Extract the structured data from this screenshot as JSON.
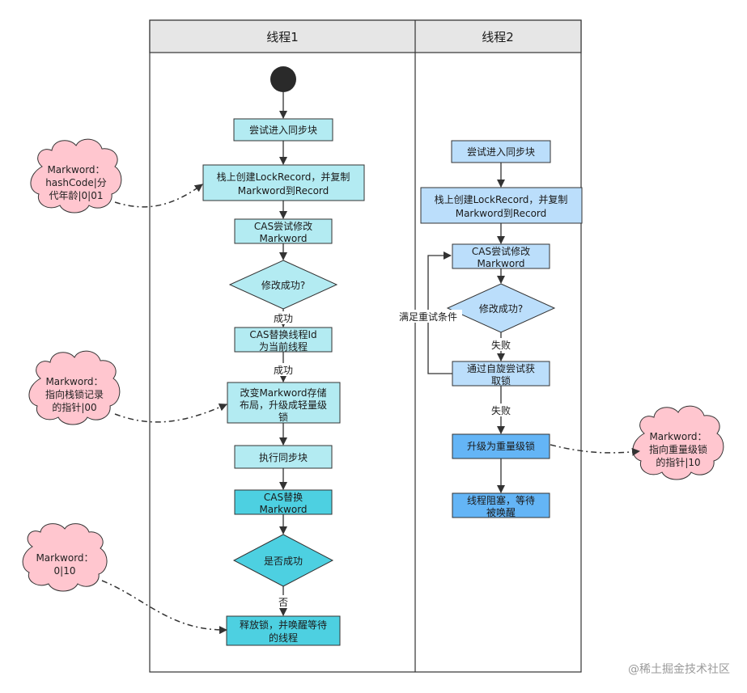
{
  "lanes": [
    {
      "id": "thread1",
      "title": "线程1"
    },
    {
      "id": "thread2",
      "title": "线程2"
    }
  ],
  "thread1": {
    "try_enter": "尝试进入同步块",
    "create_lock_record": [
      "栈上创建LockRecord，并复制",
      "Markword到Record"
    ],
    "cas_modify": [
      "CAS尝试修改",
      "Markword"
    ],
    "modify_success_q": "修改成功?",
    "label_success_1": "成功",
    "cas_replace_thread_id": [
      "CAS替换线程Id",
      "为当前线程"
    ],
    "label_success_2": "成功",
    "change_markword": [
      "改变Markword存储",
      "布局，升级成轻量级",
      "锁"
    ],
    "execute_sync": "执行同步块",
    "cas_replace_markword": [
      "CAS替换",
      "Markword"
    ],
    "is_success_q": "是否成功",
    "label_no": "否",
    "release_lock": [
      "释放锁，并唤醒等待",
      "的线程"
    ]
  },
  "thread2": {
    "try_enter": "尝试进入同步块",
    "create_lock_record": [
      "栈上创建LockRecord，并复制",
      "Markword到Record"
    ],
    "cas_modify": [
      "CAS尝试修改",
      "Markword"
    ],
    "modify_success_q": "修改成功?",
    "label_retry": "满足重试条件",
    "label_fail_1": "失败",
    "spin_acquire": [
      "通过自旋尝试获",
      "取锁"
    ],
    "label_fail_2": "失败",
    "upgrade_heavy": "升级为重量级锁",
    "thread_block": [
      "线程阻塞，等待",
      "被唤醒"
    ]
  },
  "notes": {
    "markword_hash": [
      "Markword：",
      "hashCode|分",
      "代年龄|0|01"
    ],
    "markword_stack_ptr": [
      "Markword：",
      "指向栈锁记录",
      "的指针|00"
    ],
    "markword_0_10": [
      "Markword：",
      "0|10"
    ],
    "markword_heavy_ptr": [
      "Markword：",
      "指向重量级锁",
      "的指针|10"
    ]
  },
  "watermark": "@稀土掘金技术社区",
  "colors": {
    "light_cyan": "#b3ebf2",
    "cyan": "#4dd0e1",
    "light_blue": "#bbdefb",
    "blue": "#64b5f6",
    "cloud_fill": "#ffc6cf",
    "header": "#e6e6e6",
    "line": "#333333"
  }
}
